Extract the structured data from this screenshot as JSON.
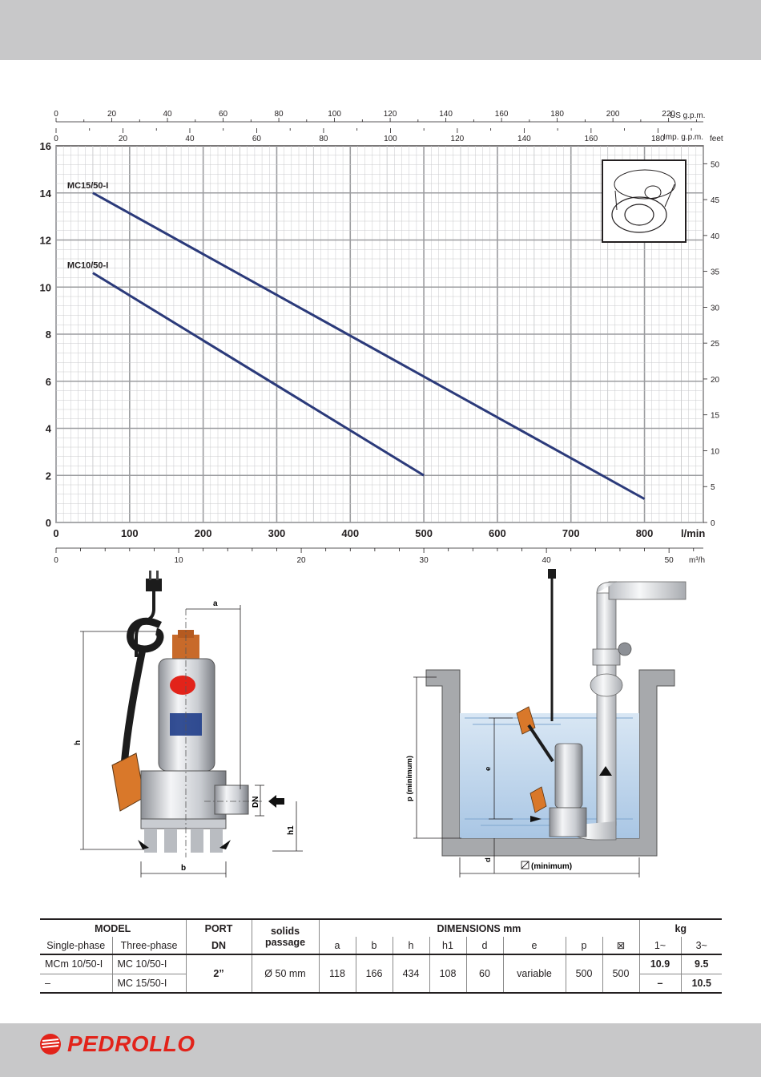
{
  "chart_data": {
    "type": "line",
    "x_axis": {
      "label": "l/min",
      "range": [
        0,
        880
      ],
      "ticks": [
        "0",
        "100",
        "200",
        "300",
        "400",
        "500",
        "600",
        "700",
        "800"
      ]
    },
    "x_axis_m3h": {
      "label": "m³/h",
      "ticks": [
        "0",
        "10",
        "20",
        "30",
        "40",
        "50"
      ]
    },
    "x_axis_usgpm": {
      "label": "US g.p.m.",
      "ticks": [
        "0",
        "20",
        "40",
        "60",
        "80",
        "100",
        "120",
        "140",
        "160",
        "180",
        "200",
        "220"
      ]
    },
    "x_axis_impgpm": {
      "label": "Imp. g.p.m.",
      "ticks": [
        "0",
        "20",
        "40",
        "60",
        "80",
        "100",
        "120",
        "140",
        "160",
        "180"
      ]
    },
    "y_axis": {
      "label": "",
      "range": [
        0,
        16
      ],
      "ticks": [
        "0",
        "2",
        "4",
        "6",
        "8",
        "10",
        "12",
        "14",
        "16"
      ]
    },
    "y_axis_feet": {
      "label": "feet",
      "ticks": [
        "0",
        "5",
        "10",
        "15",
        "20",
        "25",
        "30",
        "35",
        "40",
        "45",
        "50"
      ]
    },
    "grid": true,
    "series": [
      {
        "name": "MC15/50-I",
        "x": [
          50,
          800
        ],
        "y": [
          14.0,
          1.0
        ]
      },
      {
        "name": "MC10/50-I",
        "x": [
          50,
          500
        ],
        "y": [
          10.6,
          2.0
        ]
      }
    ]
  },
  "drawing_labels": {
    "a": "a",
    "b": "b",
    "h": "h",
    "h1": "h1",
    "dn": "DN",
    "e": "e",
    "d": "d",
    "p_minimum": "p (minimum)",
    "square_minimum": "(minimum)"
  },
  "table": {
    "model_header": "MODEL",
    "port_header": "PORT",
    "solids_header": "solids passage",
    "dimensions_header": "DIMENSIONS mm",
    "kg_header": "kg",
    "single_phase": "Single-phase",
    "three_phase": "Three-phase",
    "dn": "DN",
    "dim_cols": [
      "a",
      "b",
      "h",
      "h1",
      "d",
      "e",
      "p",
      "⊠"
    ],
    "kg_cols": [
      "1~",
      "3~"
    ],
    "rows": [
      {
        "single": "MCm 10/50-I",
        "three": "MC 10/50-I",
        "kg1": "10.9",
        "kg3": "9.5"
      },
      {
        "single": "–",
        "three": "MC 15/50-I",
        "kg1": "–",
        "kg3": "10.5"
      }
    ],
    "port_value": "2”",
    "solids_value": "Ø 50 mm",
    "dims": [
      "118",
      "166",
      "434",
      "108",
      "60",
      "variable",
      "500",
      "500"
    ]
  },
  "brand": {
    "name": "PEDROLLO",
    "accent": "#e2231a",
    "line_color": "#2b3a7a"
  }
}
